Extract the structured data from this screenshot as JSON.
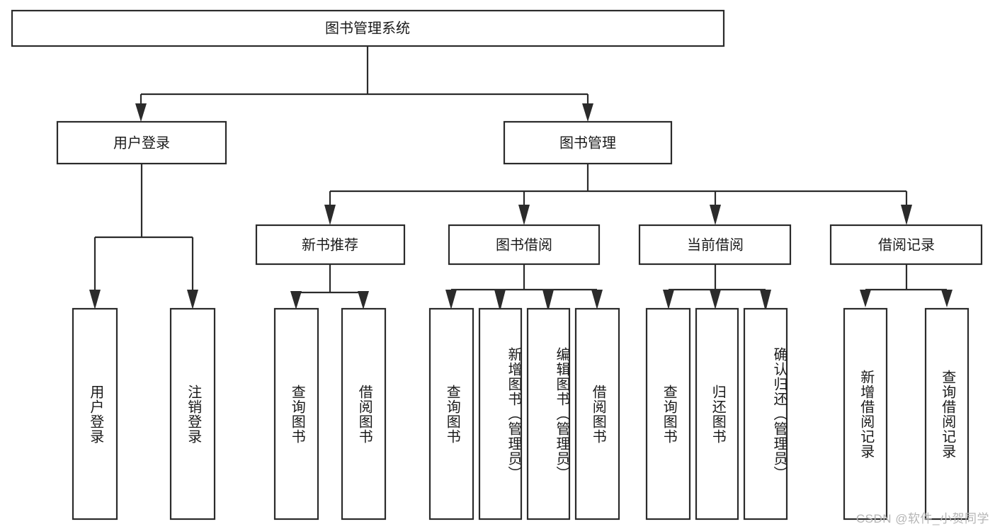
{
  "diagram": {
    "type": "tree-hierarchy",
    "title": "图书管理系统",
    "watermark": "CSDN @软件_小贺同学",
    "colors": {
      "background": "#ffffff",
      "stroke": "#2b2b2b",
      "node_fill": "#ffffff",
      "text": "#1a1a1a",
      "watermark": "#b5b5b5"
    },
    "root": {
      "label": "图书管理系统"
    },
    "level1": [
      {
        "id": "user-login",
        "label": "用户登录"
      },
      {
        "id": "book-management",
        "label": "图书管理"
      }
    ],
    "level2": [
      {
        "id": "new-book-recommend",
        "label": "新书推荐",
        "parent": "book-management"
      },
      {
        "id": "book-borrow",
        "label": "图书借阅",
        "parent": "book-management"
      },
      {
        "id": "current-borrow",
        "label": "当前借阅",
        "parent": "book-management"
      },
      {
        "id": "borrow-record",
        "label": "借阅记录",
        "parent": "book-management"
      }
    ],
    "leaves": {
      "user-login": [
        {
          "id": "leaf-user-login",
          "label": "用户登录"
        },
        {
          "id": "leaf-logout-login",
          "label": "注销登录"
        }
      ],
      "new-book-recommend": [
        {
          "id": "leaf-query-book-1",
          "label": "查询图书"
        },
        {
          "id": "leaf-borrow-book-1",
          "label": "借阅图书"
        }
      ],
      "book-borrow": [
        {
          "id": "leaf-query-book-2",
          "label": "查询图书"
        },
        {
          "id": "leaf-add-book",
          "label": "新增图书（管理员）"
        },
        {
          "id": "leaf-edit-book",
          "label": "编辑图书（管理员）"
        },
        {
          "id": "leaf-borrow-book-2",
          "label": "借阅图书"
        }
      ],
      "current-borrow": [
        {
          "id": "leaf-query-book-3",
          "label": "查询图书"
        },
        {
          "id": "leaf-return-book",
          "label": "归还图书"
        },
        {
          "id": "leaf-confirm-return",
          "label": "确认归还（管理员）"
        }
      ],
      "borrow-record": [
        {
          "id": "leaf-add-record",
          "label": "新增借阅记录"
        },
        {
          "id": "leaf-query-record",
          "label": "查询借阅记录"
        }
      ]
    }
  }
}
